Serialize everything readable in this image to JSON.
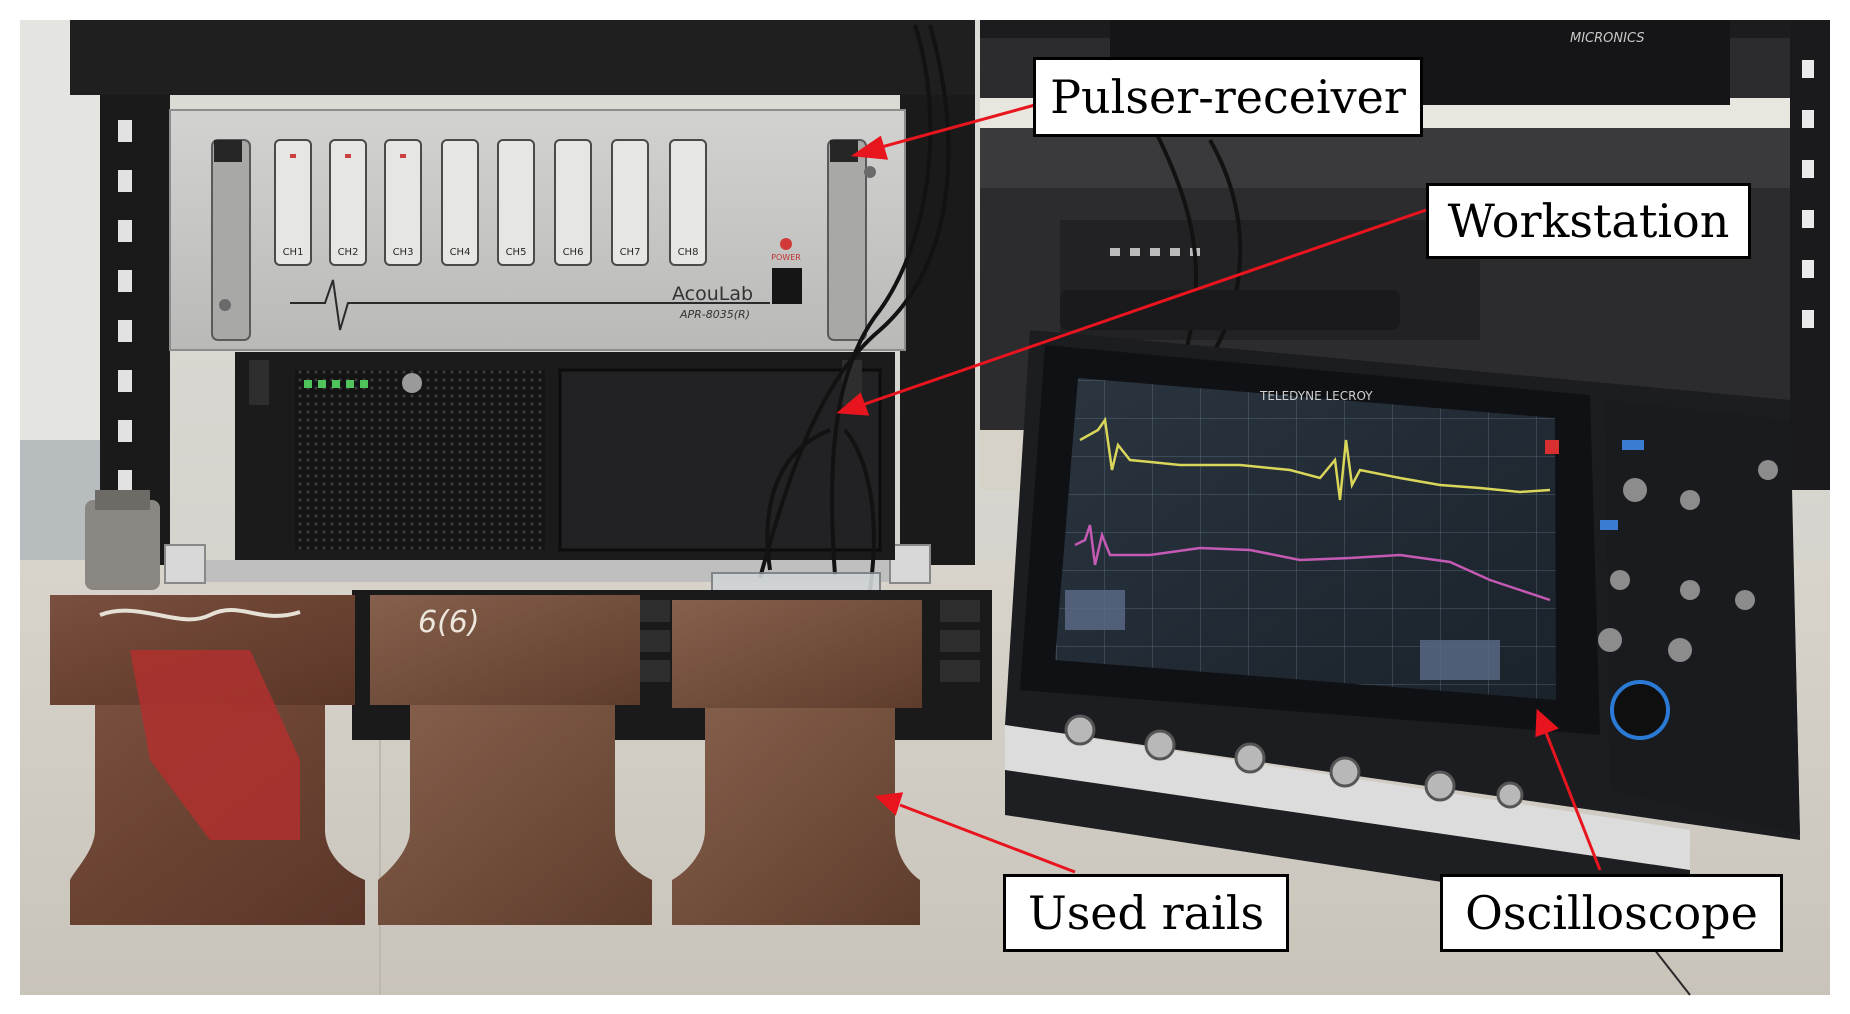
{
  "figure": {
    "labels": {
      "pulser_receiver": "Pulser-receiver",
      "workstation": "Workstation",
      "used_rails": "Used rails",
      "oscilloscope": "Oscilloscope"
    },
    "equipment_text": {
      "pulser_brand": "AcouLab",
      "pulser_model": "APR-8035(R)",
      "pulser_power": "POWER",
      "pulser_channels": [
        "CH1",
        "CH2",
        "CH3",
        "CH4",
        "CH5",
        "CH6",
        "CH7",
        "CH8"
      ],
      "oscilloscope_brand": "TELEDYNE LECROY",
      "monitor_brand": "MICRONICS",
      "rail_marking": "6(6)"
    },
    "colors": {
      "arrow": "#e8141e",
      "trace_yellow": "#d9d65a",
      "trace_magenta": "#c45ab4",
      "rust": "#6e4634"
    }
  }
}
